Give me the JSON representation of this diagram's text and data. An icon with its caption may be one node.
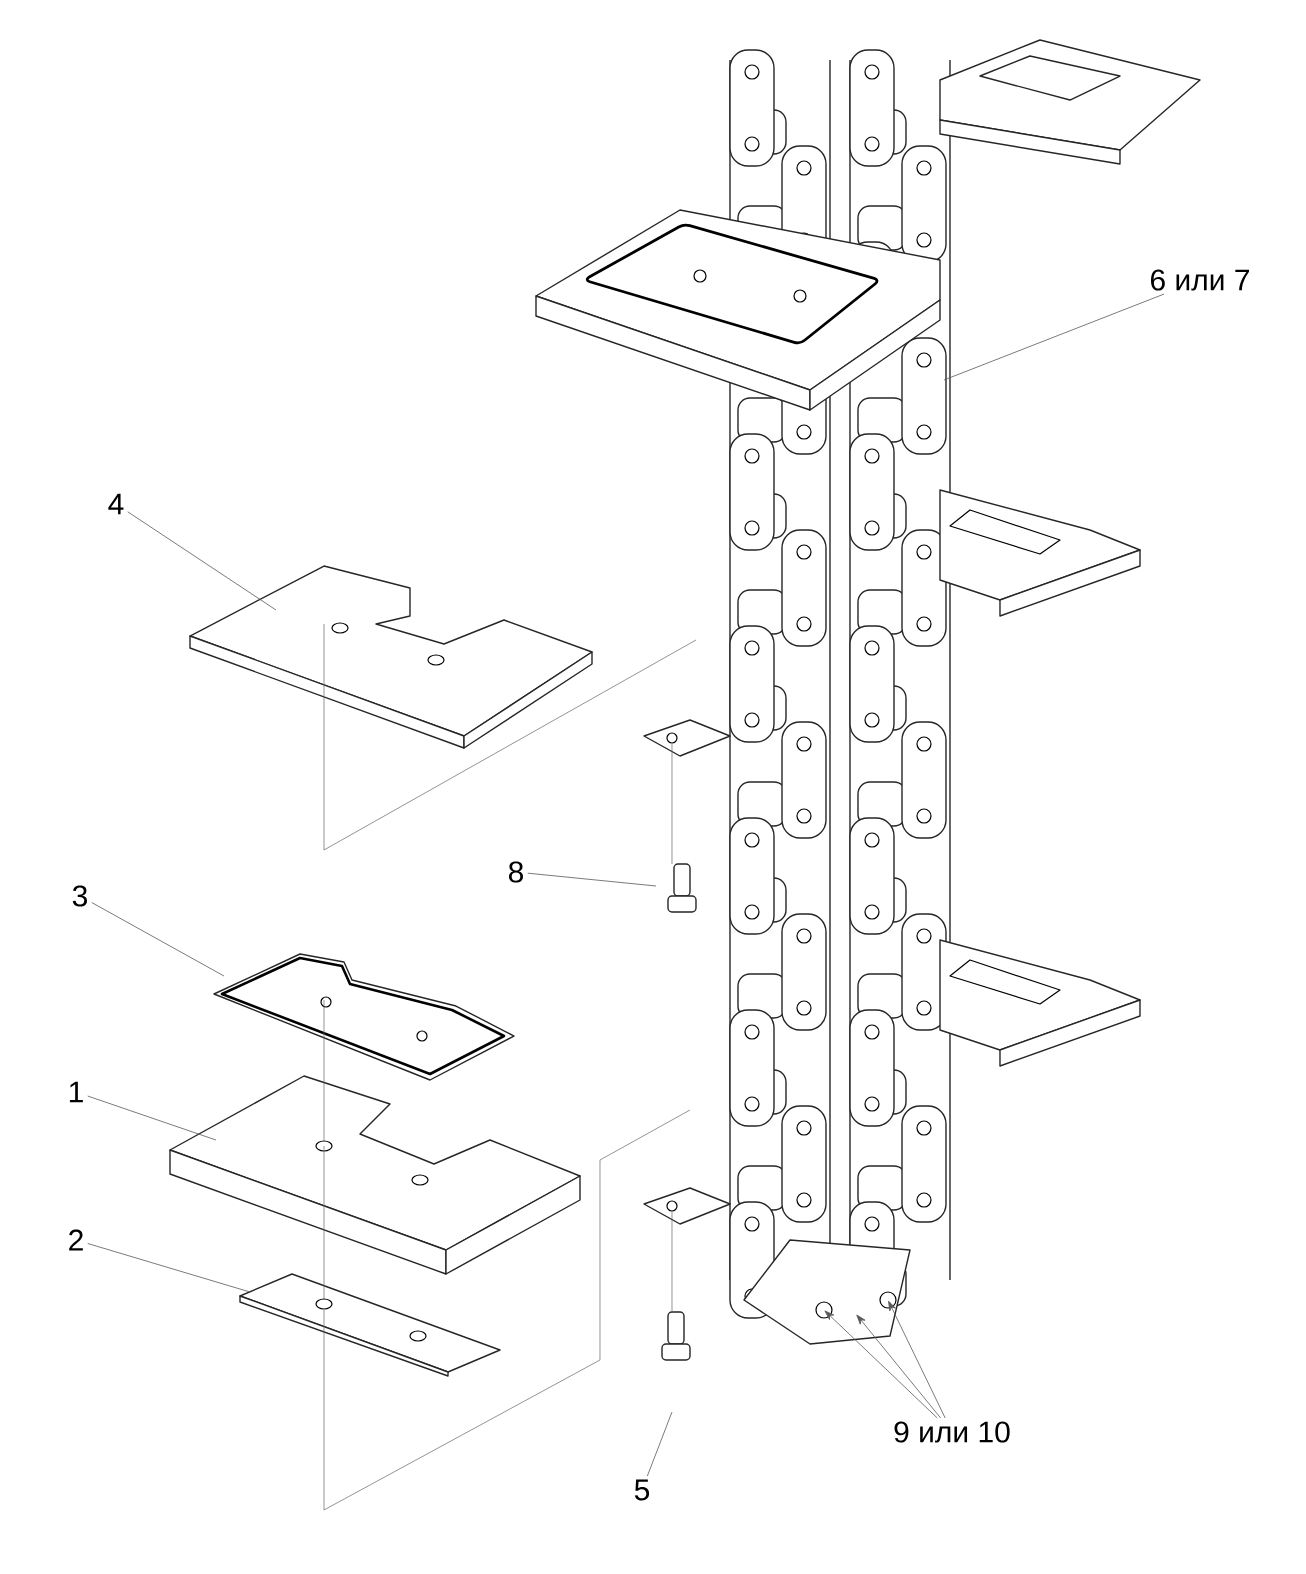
{
  "diagram": {
    "nodes": [
      {
        "text": [
          "4"
        ]
      },
      {
        "text": [
          "3"
        ]
      },
      {
        "text": [
          "1"
        ]
      },
      {
        "text": [
          "2"
        ]
      },
      {
        "text": [
          "8"
        ]
      },
      {
        "text": [
          "6 или 7"
        ]
      },
      {
        "text": [
          "5"
        ]
      },
      {
        "text": [
          "9 или 10"
        ]
      }
    ],
    "edges": [
      {
        "from": 0,
        "to": null,
        "arrow": "none"
      },
      {
        "from": 1,
        "to": null,
        "arrow": "none"
      },
      {
        "from": 2,
        "to": null,
        "arrow": "none"
      },
      {
        "from": 3,
        "to": null,
        "arrow": "none"
      },
      {
        "from": 4,
        "to": null,
        "arrow": "none"
      },
      {
        "from": 5,
        "to": null,
        "arrow": "none"
      },
      {
        "from": 6,
        "to": null,
        "arrow": "none"
      },
      {
        "from": 7,
        "to": null,
        "arrow": "to"
      },
      {
        "from": 7,
        "to": null,
        "arrow": "to"
      },
      {
        "from": 7,
        "to": null,
        "arrow": "to"
      }
    ]
  }
}
